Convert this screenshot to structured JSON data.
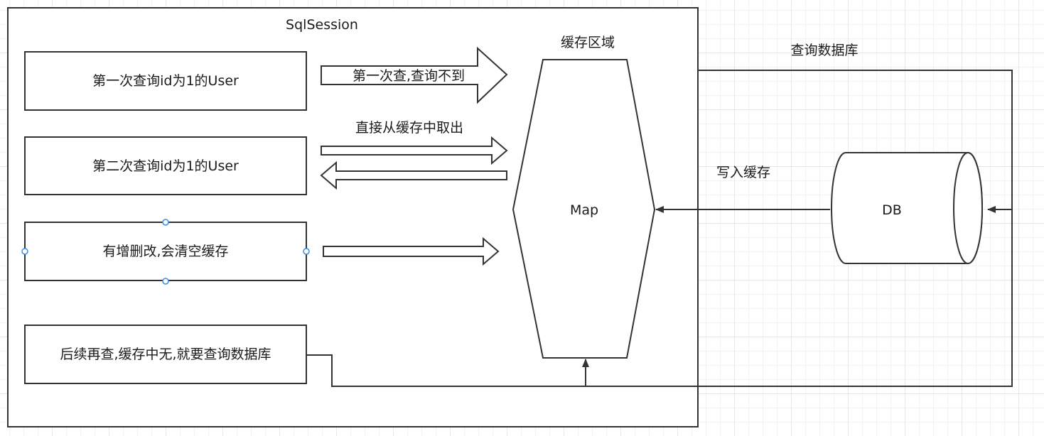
{
  "session": {
    "title": "SqlSession"
  },
  "boxes": {
    "first_query": "第一次查询id为1的User",
    "second_query": "第二次查询id为1的User",
    "modify": "有增删改,会清空缓存",
    "later_query": "后续再查,缓存中无,就要查询数据库"
  },
  "arrows": {
    "first_miss": "第一次查,查询不到",
    "from_cache": "直接从缓存中取出"
  },
  "cache": {
    "region_label": "缓存区域",
    "map_label": "Map"
  },
  "db": {
    "label": "DB",
    "query_db": "查询数据库",
    "write_cache": "写入缓存"
  },
  "colors": {
    "stroke": "#333333",
    "grid": "#e6e6e6",
    "selection": "#3a8de0"
  }
}
